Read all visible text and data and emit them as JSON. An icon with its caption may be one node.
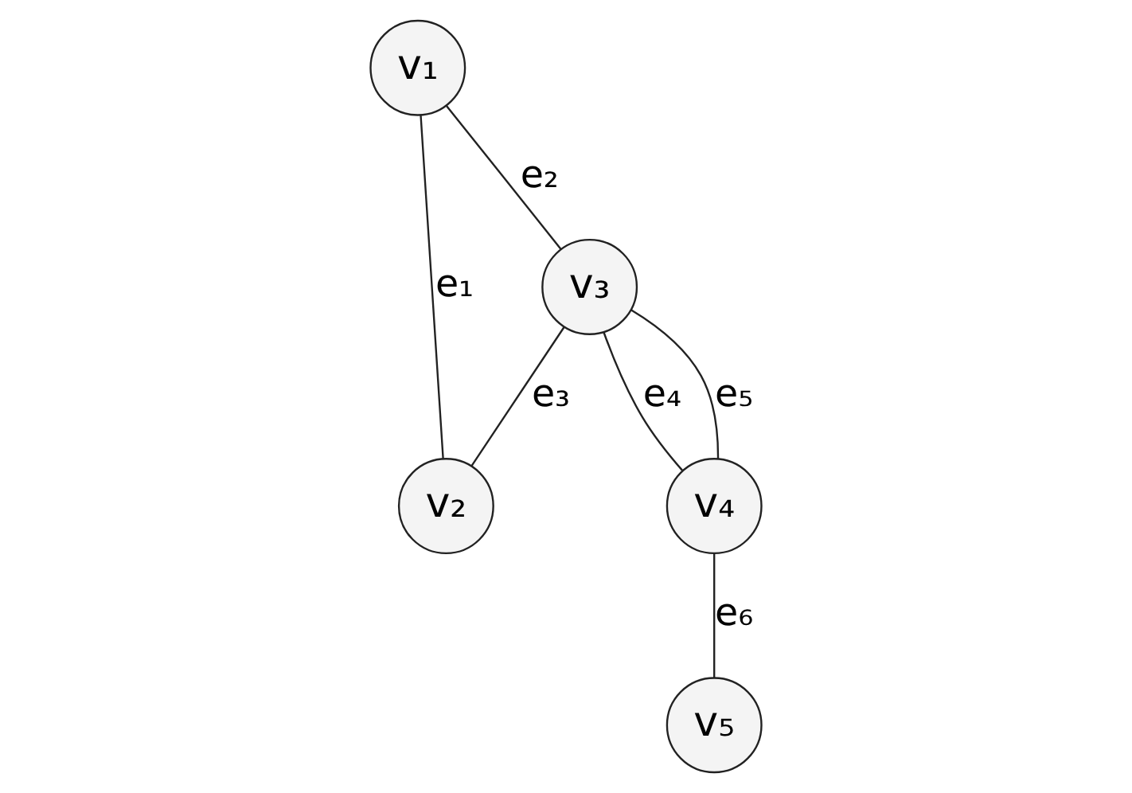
{
  "diagram": {
    "nodes": [
      {
        "text": [
          "v₁"
        ]
      },
      {
        "text": [
          "v₂"
        ]
      },
      {
        "text": [
          "v₃"
        ]
      },
      {
        "text": [
          "v₄"
        ]
      },
      {
        "text": [
          "v₅"
        ]
      }
    ],
    "edges": [
      {
        "from": 0,
        "to": 1,
        "arrow": "none",
        "label": "e₁"
      },
      {
        "from": 0,
        "to": 2,
        "arrow": "none",
        "label": "e₂"
      },
      {
        "from": 2,
        "to": 1,
        "arrow": "none",
        "label": "e₃"
      },
      {
        "from": 2,
        "to": 3,
        "arrow": "none",
        "label": "e₄"
      },
      {
        "from": 2,
        "to": 3,
        "arrow": "none",
        "label": "e₅"
      },
      {
        "from": 3,
        "to": 4,
        "arrow": "none",
        "label": "e₆"
      }
    ]
  }
}
